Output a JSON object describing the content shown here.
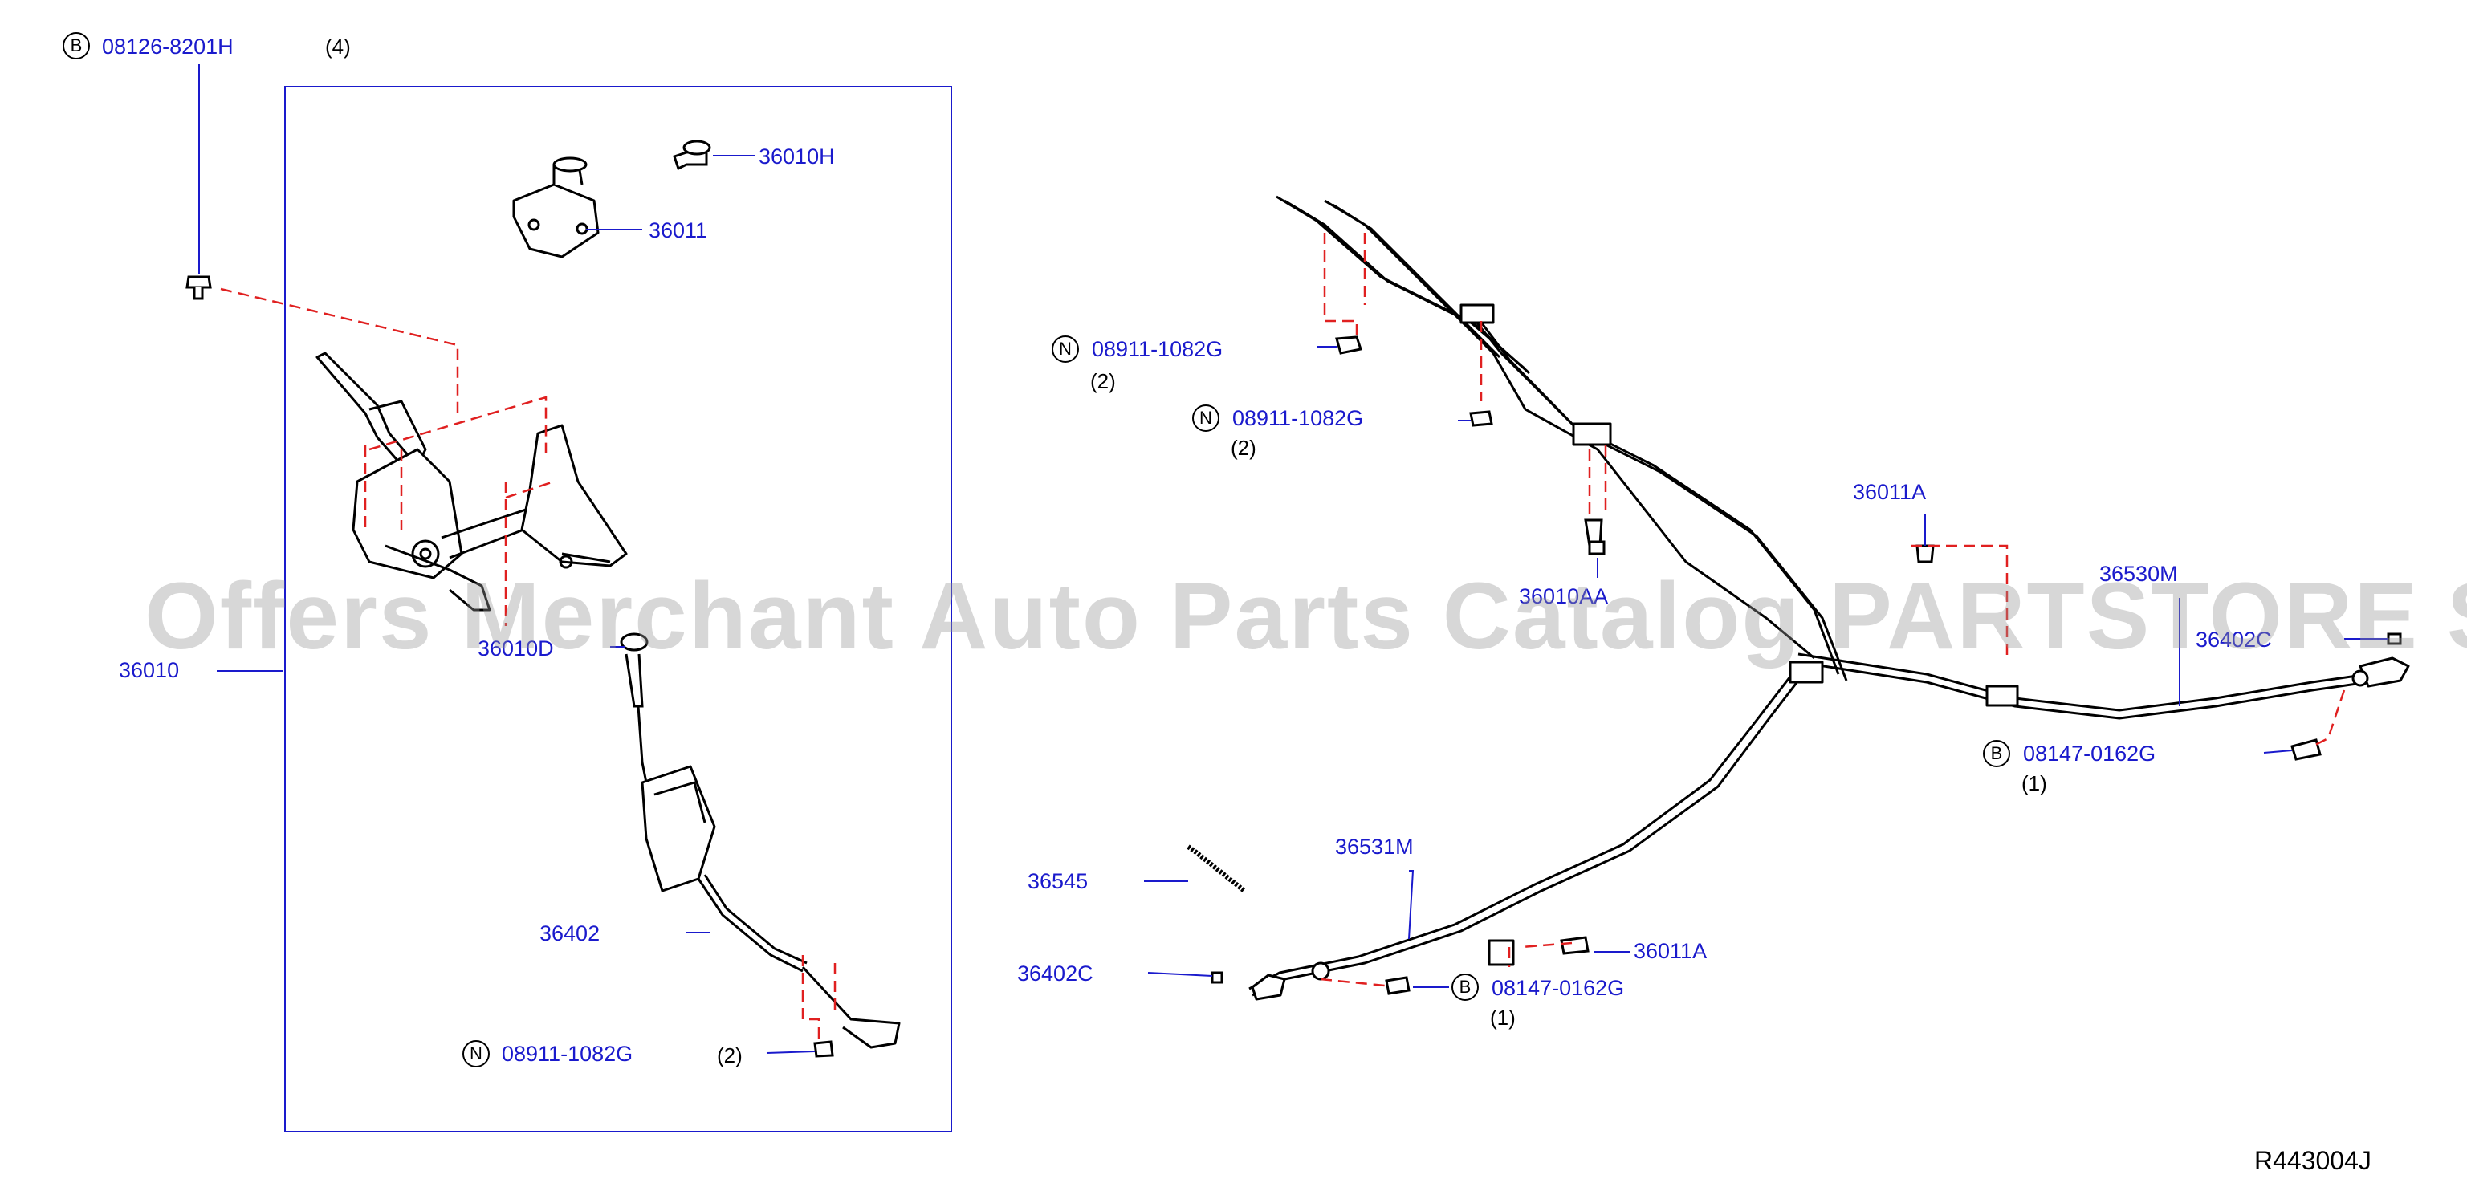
{
  "diagram": {
    "ref_code": "R443004J",
    "watermark": "Offers Merchant Auto Parts Catalog PARTSTORE SA",
    "colors": {
      "label": "#1a1acc",
      "leader": "#1a1acc",
      "dashed": "#e02020",
      "line": "#000000",
      "frame": "#1a1acc"
    },
    "badges": {
      "b": "B",
      "n": "N"
    },
    "parts": {
      "p08126": {
        "code": "08126-8201H",
        "qty": "(4)"
      },
      "p36010H": {
        "code": "36010H"
      },
      "p36011": {
        "code": "36011"
      },
      "p36010": {
        "code": "36010"
      },
      "p36010D": {
        "code": "36010D"
      },
      "p36402": {
        "code": "36402"
      },
      "p08911_left": {
        "code": "08911-1082G",
        "qty": "(2)"
      },
      "p08911_top1": {
        "code": "08911-1082G",
        "qty": "(2)"
      },
      "p08911_top2": {
        "code": "08911-1082G",
        "qty": "(2)"
      },
      "p36010AA": {
        "code": "36010AA"
      },
      "p36011A_top": {
        "code": "36011A"
      },
      "p36530M": {
        "code": "36530M"
      },
      "p36402C_right": {
        "code": "36402C"
      },
      "p08147_right": {
        "code": "08147-0162G",
        "qty": "(1)"
      },
      "p36545": {
        "code": "36545"
      },
      "p36531M": {
        "code": "36531M"
      },
      "p36402C_left": {
        "code": "36402C"
      },
      "p36011A_bottom": {
        "code": "36011A"
      },
      "p08147_bottom": {
        "code": "08147-0162G",
        "qty": "(1)"
      }
    }
  }
}
